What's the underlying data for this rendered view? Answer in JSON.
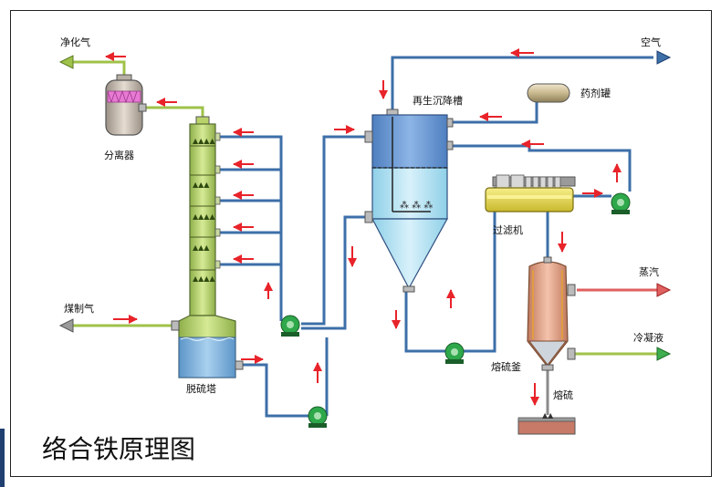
{
  "title": "络合铁原理图",
  "labels": {
    "purified_gas": "净化气",
    "separator": "分离器",
    "coal_gas": "煤制气",
    "desulfurization_tower": "脱硫塔",
    "regen_settling_tank": "再生沉降槽",
    "reagent_tank": "药剂罐",
    "air": "空气",
    "filter": "过滤机",
    "steam": "蒸汽",
    "condensate": "冷凝液",
    "sulfur_kettle": "熔硫釜",
    "molten_sulfur": "熔硫"
  },
  "colors": {
    "pipe_blue": "#3d6fa8",
    "pipe_green": "#9fc24a",
    "pipe_red": "#e06060",
    "flow_arrow": "#e8232a",
    "tower_green": "#b9d36a",
    "tank_blue": "#7fb3dd",
    "pump_green": "#2ea84a",
    "kettle_brown": "#d9967a",
    "filter_yellow": "#e8dc50"
  }
}
